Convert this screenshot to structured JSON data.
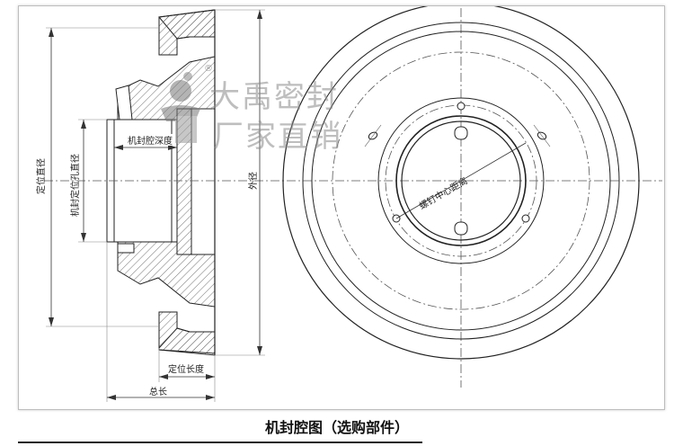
{
  "drawing": {
    "caption": "机封腔图（选购部件）",
    "labels": {
      "locating_diameter": "定位直径",
      "seal_locating_bore": "机封定位孔直径",
      "seal_cavity_depth": "机封腔深度",
      "outer_diameter": "外径",
      "locating_length": "定位长度",
      "total_length": "总长",
      "bolt_center_distance": "螺钉中心距离"
    },
    "watermark": {
      "line1": "大禹密封",
      "line2": "厂家直销",
      "registered": "®"
    }
  }
}
